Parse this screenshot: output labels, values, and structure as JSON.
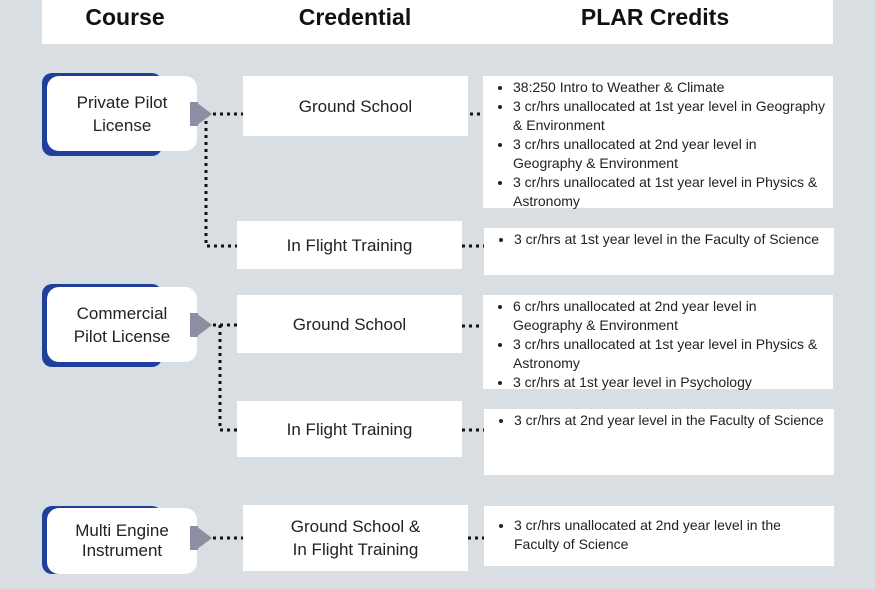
{
  "header": {
    "course": "Course",
    "credential": "Credential",
    "plar": "PLAR Credits"
  },
  "rows": [
    {
      "course": [
        "Private Pilot",
        "License"
      ],
      "credentials": [
        {
          "label": [
            "Ground School"
          ],
          "credits": [
            "38:250 Intro to Weather & Climate",
            "3 cr/hrs unallocated at 1st year level in Geography & Environment",
            "3 cr/hrs unallocated at 2nd year level in Geography & Environment",
            "3 cr/hrs unallocated at 1st year level in Physics & Astronomy"
          ]
        },
        {
          "label": [
            "In Flight Training"
          ],
          "credits": [
            "3 cr/hrs at 1st year level in the Faculty of Science"
          ]
        }
      ]
    },
    {
      "course": [
        "Commercial",
        "Pilot License"
      ],
      "credentials": [
        {
          "label": [
            "Ground School"
          ],
          "credits": [
            "6 cr/hrs unallocated at 2nd year level in Geography & Environment",
            "3 cr/hrs unallocated at 1st year level in Physics & Astronomy",
            "3 cr/hrs at 1st year level in Psychology"
          ]
        },
        {
          "label": [
            "In Flight Training"
          ],
          "credits": [
            "3 cr/hrs at 2nd year level in the Faculty of Science"
          ]
        }
      ]
    },
    {
      "course": [
        "Multi Engine",
        "Instrument"
      ],
      "credentials": [
        {
          "label": [
            "Ground School &",
            "In Flight Training"
          ],
          "credits": [
            "3 cr/hrs unallocated at 2nd year level in the Faculty of Science"
          ]
        }
      ]
    }
  ],
  "colors": {
    "background": "#d9dee2",
    "course_accent": "#1f3f9a",
    "arrow": "#8c8fa3",
    "connector": "#111111"
  }
}
